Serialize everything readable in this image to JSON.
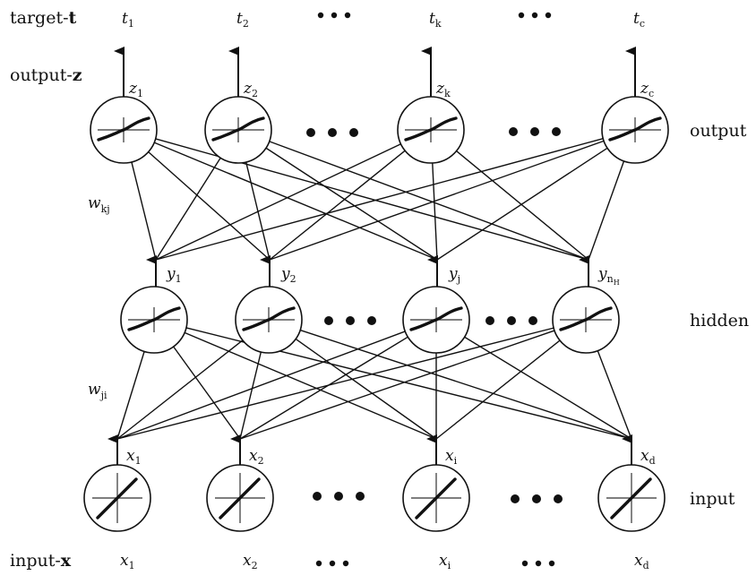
{
  "row_labels": {
    "target": {
      "text": "target-",
      "bold": "t"
    },
    "output": {
      "text": "output-",
      "bold": "z"
    },
    "input": {
      "text": "input-",
      "bold": "x"
    }
  },
  "layer_labels": {
    "output": "output",
    "hidden": "hidden",
    "input": "input"
  },
  "weight_labels": {
    "kj": {
      "base": "w",
      "sub": "kj"
    },
    "ji": {
      "base": "w",
      "sub": "ji"
    }
  },
  "ellipsis": "•••",
  "layers": {
    "output": {
      "activation": "sigmoid",
      "nodes": [
        {
          "id": "z1",
          "label": {
            "base": "z",
            "sub": "1"
          },
          "target": {
            "base": "t",
            "sub": "1"
          }
        },
        {
          "id": "z2",
          "label": {
            "base": "z",
            "sub": "2"
          },
          "target": {
            "base": "t",
            "sub": "2"
          }
        },
        {
          "id": "zk",
          "label": {
            "base": "z",
            "sub": "k"
          },
          "target": {
            "base": "t",
            "sub": "k"
          }
        },
        {
          "id": "zc",
          "label": {
            "base": "z",
            "sub": "c"
          },
          "target": {
            "base": "t",
            "sub": "c"
          }
        }
      ]
    },
    "hidden": {
      "activation": "sigmoid",
      "nodes": [
        {
          "id": "y1",
          "label": {
            "base": "y",
            "sub": "1"
          }
        },
        {
          "id": "y2",
          "label": {
            "base": "y",
            "sub": "2"
          }
        },
        {
          "id": "yj",
          "label": {
            "base": "y",
            "sub": "j"
          }
        },
        {
          "id": "ynH",
          "label": {
            "base": "y",
            "sub": "n",
            "subsub": "H"
          }
        }
      ]
    },
    "input": {
      "activation": "linear",
      "nodes": [
        {
          "id": "x1",
          "label": {
            "base": "x",
            "sub": "1"
          },
          "source": {
            "base": "x",
            "sub": "1"
          }
        },
        {
          "id": "x2",
          "label": {
            "base": "x",
            "sub": "2"
          },
          "source": {
            "base": "x",
            "sub": "2"
          }
        },
        {
          "id": "xi",
          "label": {
            "base": "x",
            "sub": "i"
          },
          "source": {
            "base": "x",
            "sub": "i"
          }
        },
        {
          "id": "xd",
          "label": {
            "base": "x",
            "sub": "d"
          },
          "source": {
            "base": "x",
            "sub": "d"
          }
        }
      ]
    }
  },
  "connections": {
    "hidden_to_output": "fully-connected",
    "input_to_hidden": "fully-connected"
  }
}
